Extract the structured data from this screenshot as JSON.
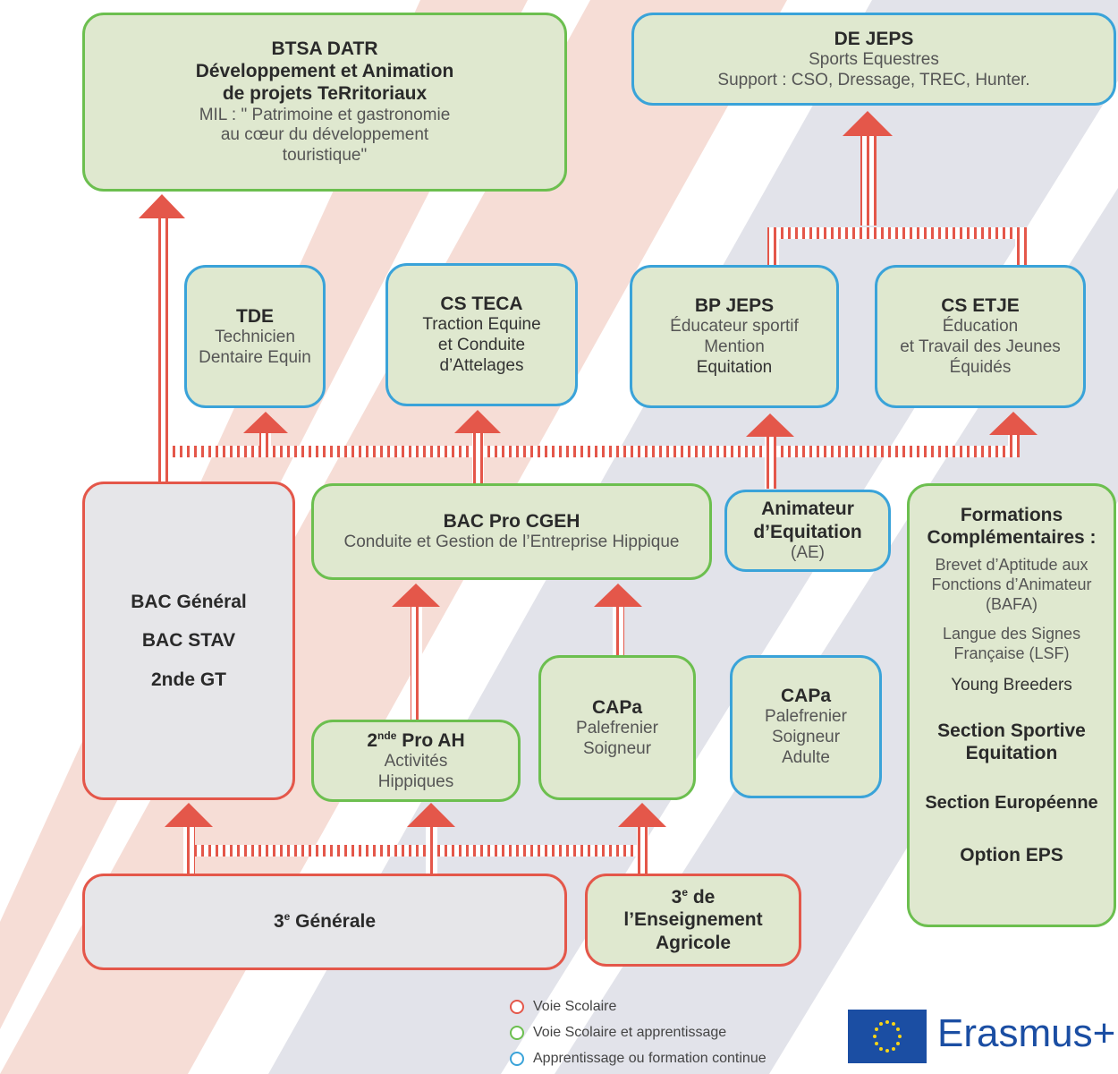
{
  "btsa": {
    "title1": "BTSA DATR",
    "title2": "Développement et Animation",
    "title3": "de projets TeRritoriaux",
    "line1": "MIL : \" Patrimoine et gastronomie",
    "line2": "au cœur du développement",
    "line3": "touristique\""
  },
  "dejeps": {
    "title": "DE JEPS",
    "line1": "Sports Equestres",
    "line2": "Support : CSO, Dressage, TREC, Hunter."
  },
  "tde": {
    "title": "TDE",
    "line1": "Technicien",
    "line2": "Dentaire Equin"
  },
  "csteca": {
    "title": "CS TECA",
    "line1": "Traction Equine",
    "line2": "et Conduite",
    "line3": "d’Attelages"
  },
  "bpjeps": {
    "title": "BP JEPS",
    "line1": "Éducateur sportif",
    "line2": "Mention",
    "line3": "Equitation"
  },
  "csetje": {
    "title": "CS ETJE",
    "line1": "Éducation",
    "line2": "et Travail des Jeunes",
    "line3": "Équidés"
  },
  "bacgen": {
    "line1": "BAC Général",
    "line2": "BAC STAV",
    "line3": "2nde GT"
  },
  "bacpro": {
    "title": "BAC Pro CGEH",
    "line1": "Conduite et Gestion de l’Entreprise Hippique"
  },
  "animateur": {
    "title1": "Animateur",
    "title2": "d’Equitation",
    "line1": "(AE)"
  },
  "formations": {
    "title1": "Formations",
    "title2": "Complémentaires :",
    "bafa1": "Brevet d’Aptitude aux",
    "bafa2": "Fonctions d’Animateur",
    "bafa3": "(BAFA)",
    "lsf1": "Langue des Signes",
    "lsf2": "Française (LSF)",
    "young": "Young Breeders",
    "section1": "Section Sportive",
    "section2": "Equitation",
    "euro": "Section Européenne",
    "eps": "Option EPS"
  },
  "secondepro": {
    "title_pre": "2",
    "title_sup": "nde",
    "title_post": " Pro AH",
    "line1": "Activités",
    "line2": "Hippiques"
  },
  "capa": {
    "title": "CAPa",
    "line1": "Palefrenier",
    "line2": "Soigneur"
  },
  "capa_adulte": {
    "title": "CAPa",
    "line1": "Palefrenier",
    "line2": "Soigneur",
    "line3": "Adulte"
  },
  "troisieme_gen": {
    "pre": "3",
    "sup": "e",
    "post": " Générale"
  },
  "troisieme_agri": {
    "pre": "3",
    "sup": "e",
    "post": " de",
    "line2": "l’Enseignement",
    "line3": "Agricole"
  },
  "legend": {
    "items": [
      {
        "label": "Voie Scolaire",
        "color": "#e4574a"
      },
      {
        "label": "Voie Scolaire et apprentissage",
        "color": "#6cbf4f"
      },
      {
        "label": "Apprentissage ou formation continue",
        "color": "#3aa3d9"
      }
    ]
  },
  "logo": {
    "text": "Erasmus+"
  },
  "colors": {
    "red": "#e4574a",
    "green": "#6cbf4f",
    "blue": "#3aa3d9",
    "stripe_pink": "#f6ddd6",
    "stripe_grey": "#e2e3ea",
    "box_green_fill": "#dfe8cf",
    "box_grey_fill": "#e6e6e9",
    "eu_blue": "#1b4ea3"
  }
}
